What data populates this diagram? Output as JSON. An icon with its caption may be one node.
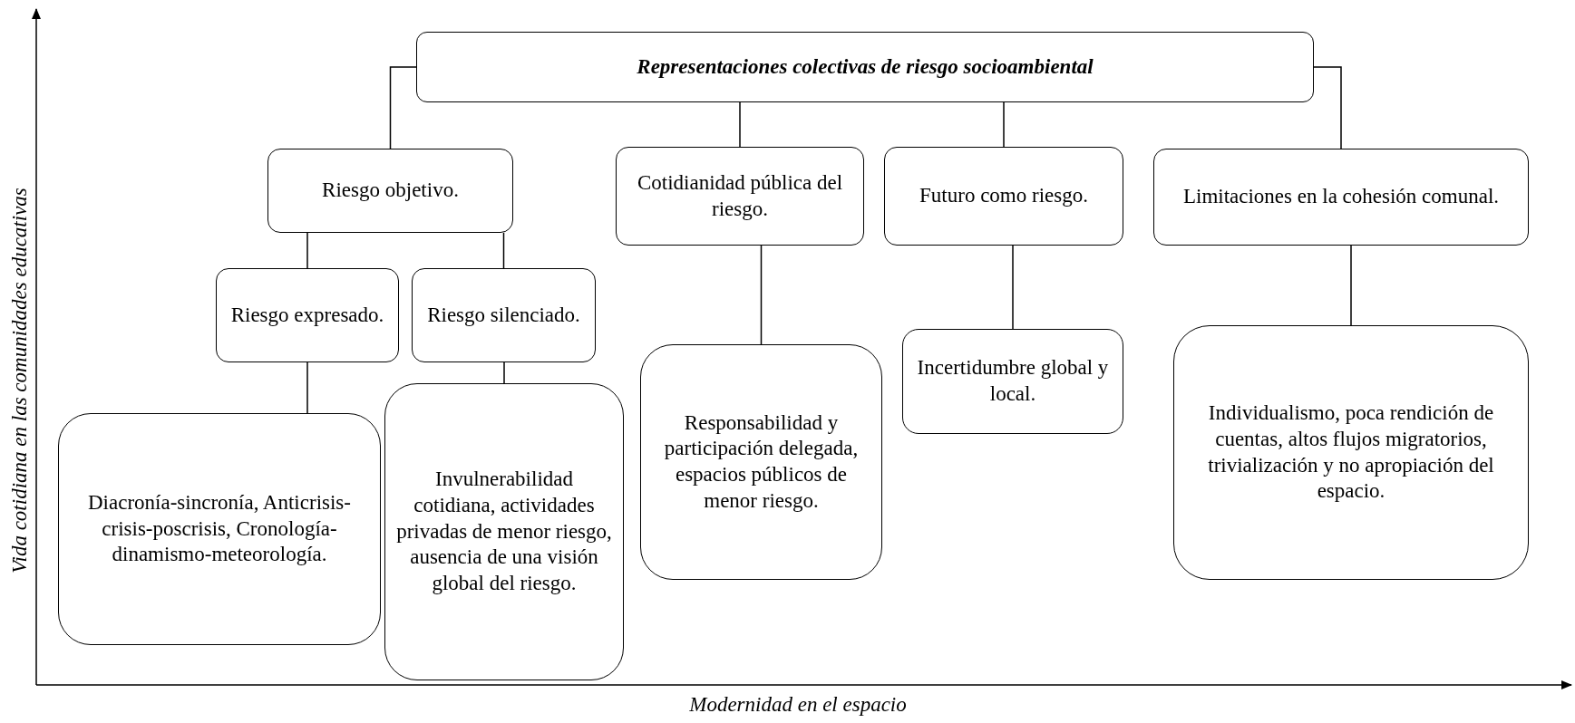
{
  "diagram": {
    "nodes": [
      {
        "text": [
          "Representaciones colectivas de riesgo socioambiental"
        ]
      },
      {
        "text": [
          "Riesgo objetivo."
        ]
      },
      {
        "text": [
          "Cotidianidad pública del riesgo."
        ]
      },
      {
        "text": [
          "Futuro como riesgo."
        ]
      },
      {
        "text": [
          "Limitaciones en la cohesión comunal."
        ]
      },
      {
        "text": [
          "Riesgo expresado."
        ]
      },
      {
        "text": [
          "Riesgo silenciado."
        ]
      },
      {
        "text": [
          "Diacronía-sincronía, Anticrisis-crisis-poscrisis, Cronología-dinamismo-meteorología."
        ]
      },
      {
        "text": [
          "Invulnerabilidad cotidiana, actividades privadas de menor riesgo, ausencia de una visión global del riesgo."
        ]
      },
      {
        "text": [
          "Responsabilidad y participación delegada, espacios públicos de menor riesgo."
        ]
      },
      {
        "text": [
          "Incertidumbre global y local."
        ]
      },
      {
        "text": [
          "Individualismo, poca rendición de cuentas, altos flujos migratorios, trivialización y no apropiación del espacio."
        ]
      }
    ],
    "edges": [
      {
        "from": 0,
        "to": 1,
        "arrow": "none"
      },
      {
        "from": 0,
        "to": 2,
        "arrow": "none"
      },
      {
        "from": 0,
        "to": 3,
        "arrow": "none"
      },
      {
        "from": 0,
        "to": 4,
        "arrow": "none"
      },
      {
        "from": 1,
        "to": 5,
        "arrow": "none"
      },
      {
        "from": 1,
        "to": 6,
        "arrow": "none"
      },
      {
        "from": 5,
        "to": 7,
        "arrow": "none"
      },
      {
        "from": 6,
        "to": 8,
        "arrow": "none"
      },
      {
        "from": 2,
        "to": 9,
        "arrow": "none"
      },
      {
        "from": 3,
        "to": 10,
        "arrow": "none"
      },
      {
        "from": 4,
        "to": 11,
        "arrow": "none"
      }
    ],
    "labels": [
      "Vida cotidiana en las comunidades educativas",
      "Modernidad en el espacio"
    ]
  }
}
